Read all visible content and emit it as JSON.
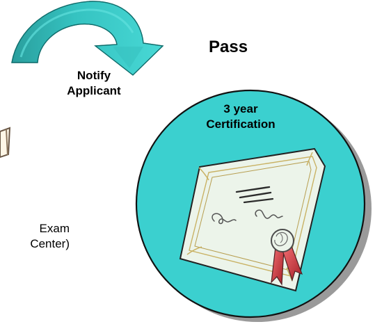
{
  "diagram": {
    "pass_label": "Pass",
    "notify_label": [
      "Notify",
      "Applicant"
    ],
    "certification_label": [
      "3 year",
      "Certification"
    ],
    "exam_label": [
      "Exam",
      "Center)"
    ]
  },
  "colors": {
    "teal_fill": "#3bd0cf",
    "teal_dark": "#2aa9a8",
    "arrow_fill": "#3cc6c4",
    "arrow_dark": "#1f8f8f",
    "shadow": "#8f8f8f",
    "certificate_paper": "#e8f3e8",
    "certificate_line": "#333333",
    "ribbon": "#c9393d",
    "gold": "#c9b264"
  },
  "icons": {
    "curved_arrow": "curved-arrow-icon",
    "certificate": "certificate-icon",
    "ribbon_seal": "ribbon-seal-icon"
  }
}
